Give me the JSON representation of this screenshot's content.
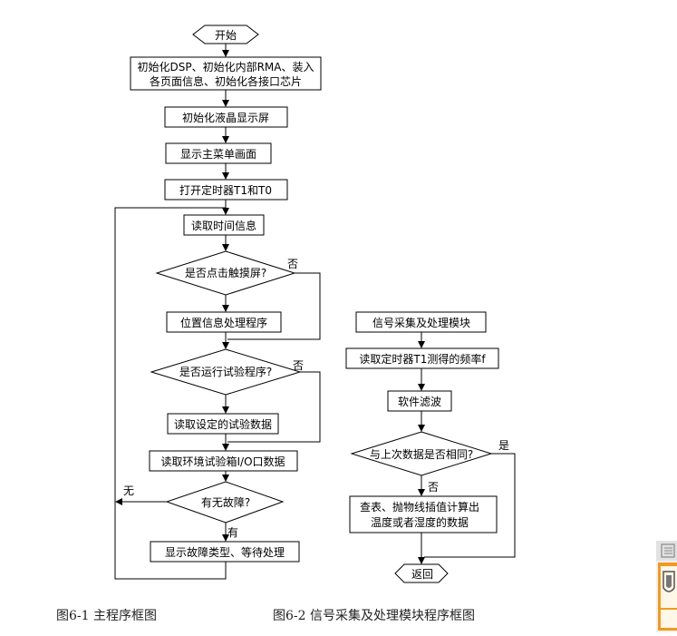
{
  "flowchart_main": {
    "start": "开始",
    "init_1": "初始化DSP、初始化内部RMA、装入",
    "init_2": "各页面信息、初始化各接口芯片",
    "init_lcd": "初始化液晶显示屏",
    "show_menu": "显示主菜单画面",
    "open_timers": "打开定时器T1和T0",
    "read_time": "读取时间信息",
    "touch_q": "是否点击触摸屏?",
    "touch_no": "否",
    "pos_proc": "位置信息处理程序",
    "run_q": "是否运行试验程序?",
    "run_no": "否",
    "read_settings": "读取设定的试验数据",
    "read_io": "读取环境试验箱I/O口数据",
    "fault_q": "有无故障?",
    "fault_none": "无",
    "fault_yes": "有",
    "show_fault": "显示故障类型、等待处理",
    "caption": "图6-1  主程序框图"
  },
  "flowchart_signal": {
    "module": "信号采集及处理模块",
    "read_freq": "读取定时器T1测得的频率f",
    "filter": "软件滤波",
    "same_q": "与上次数据是否相同?",
    "same_yes": "是",
    "same_no": "否",
    "lookup_1": "查表、抛物线插值计算出",
    "lookup_2": "温度或者湿度的数据",
    "return": "返回",
    "caption": "图6-2  信号采集及处理模块程序框图"
  },
  "side_widget": {
    "icon": "document-app-icon"
  }
}
